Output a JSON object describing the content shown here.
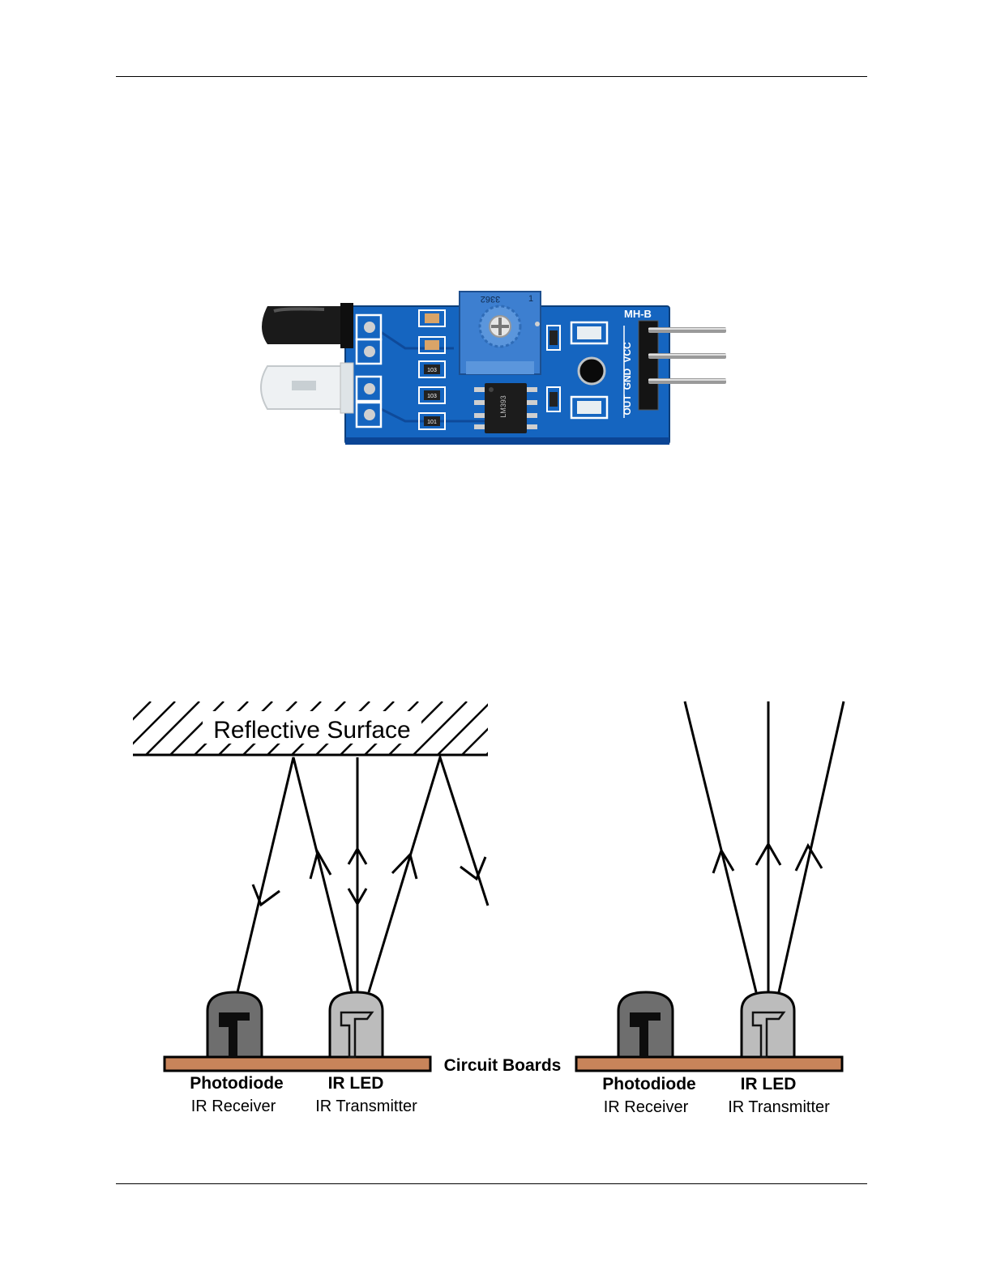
{
  "module": {
    "board_label": "MH-B",
    "pin_vcc": "VCC",
    "pin_gnd": "GND",
    "pin_out": "OUT",
    "pot_code": "3362",
    "pot_mark": "1",
    "chip_code": "LM393",
    "resistor_code": "103",
    "resistor_code_2": "101",
    "pcb_color": "#1565c0"
  },
  "diagram": {
    "surface_label": "Reflective Surface",
    "board_label": "Circuit Boards",
    "left": {
      "receiver_title": "Photodiode",
      "receiver_sub": "IR Receiver",
      "emitter_title": "IR LED",
      "emitter_sub": "IR Transmitter"
    },
    "right": {
      "receiver_title": "Photodiode",
      "receiver_sub": "IR Receiver",
      "emitter_title": "IR LED",
      "emitter_sub": "IR Transmitter"
    },
    "board_color": "#c8845a"
  }
}
